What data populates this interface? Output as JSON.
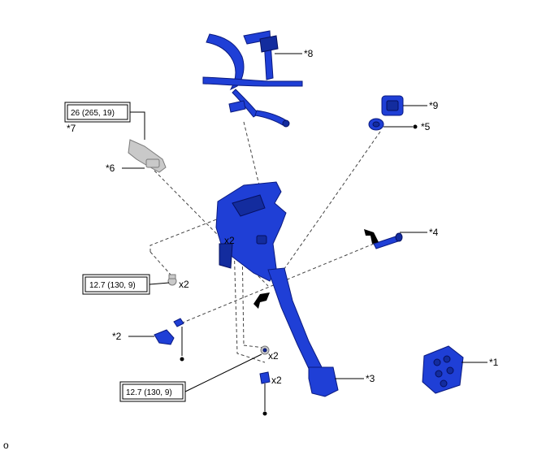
{
  "callouts": {
    "c1": "*1",
    "c2": "*2",
    "c3": "*3",
    "c4": "*4",
    "c5": "*5",
    "c6": "*6",
    "c7": "*7",
    "c8": "*8",
    "c9": "*9"
  },
  "torque": {
    "t1": "26 (265, 19)",
    "t2": "12.7 (130, 9)",
    "t3": "12.7 (130, 9)"
  },
  "qty": {
    "q_bolt_top": "x2",
    "q_nut": "x2",
    "q_clip": "x2",
    "q_pedal": "x2"
  },
  "footer_code": "o",
  "colors": {
    "part_blue": "#1f3fd6",
    "part_dark": "#132c9e",
    "grey_part": "#c9c9c9"
  }
}
